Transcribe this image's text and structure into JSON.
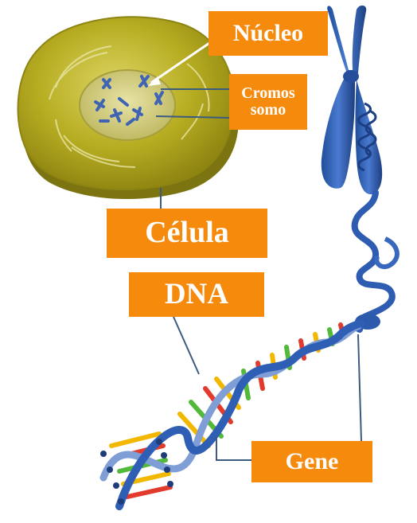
{
  "labels": {
    "nucleo": "Núcleo",
    "cromossomo_line1": "Cromos",
    "cromossomo_line2": "somo",
    "celula": "Célula",
    "dna": "DNA",
    "gene": "Gene"
  },
  "colors": {
    "label_bg": "#f58a0c",
    "label_text": "#ffffff",
    "cell": "#b9b026",
    "chromosome": "#2f5fb0",
    "connector": "#3b5b80"
  }
}
